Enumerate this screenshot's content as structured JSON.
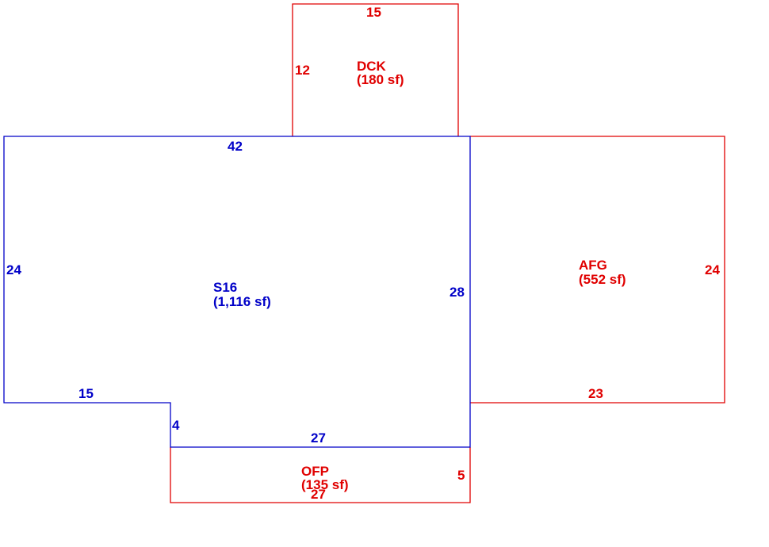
{
  "colors": {
    "main_outline": "#0000c8",
    "addition_outline": "#e00000",
    "background": "#ffffff"
  },
  "areas": {
    "dck": {
      "code": "DCK",
      "area": "(180 sf)",
      "dims": {
        "top": "15",
        "left": "12"
      }
    },
    "s16": {
      "code": "S16",
      "area": "(1,116 sf)",
      "dims": {
        "top": "42",
        "left": "24",
        "right": "28",
        "step_bottom": "15",
        "step_side": "4",
        "bottom": "27"
      }
    },
    "afg": {
      "code": "AFG",
      "area": "(552 sf)",
      "dims": {
        "right": "24",
        "bottom": "23"
      }
    },
    "ofp": {
      "code": "OFP",
      "area": "(135 sf)",
      "dims": {
        "right": "5",
        "bottom": "27"
      }
    }
  }
}
